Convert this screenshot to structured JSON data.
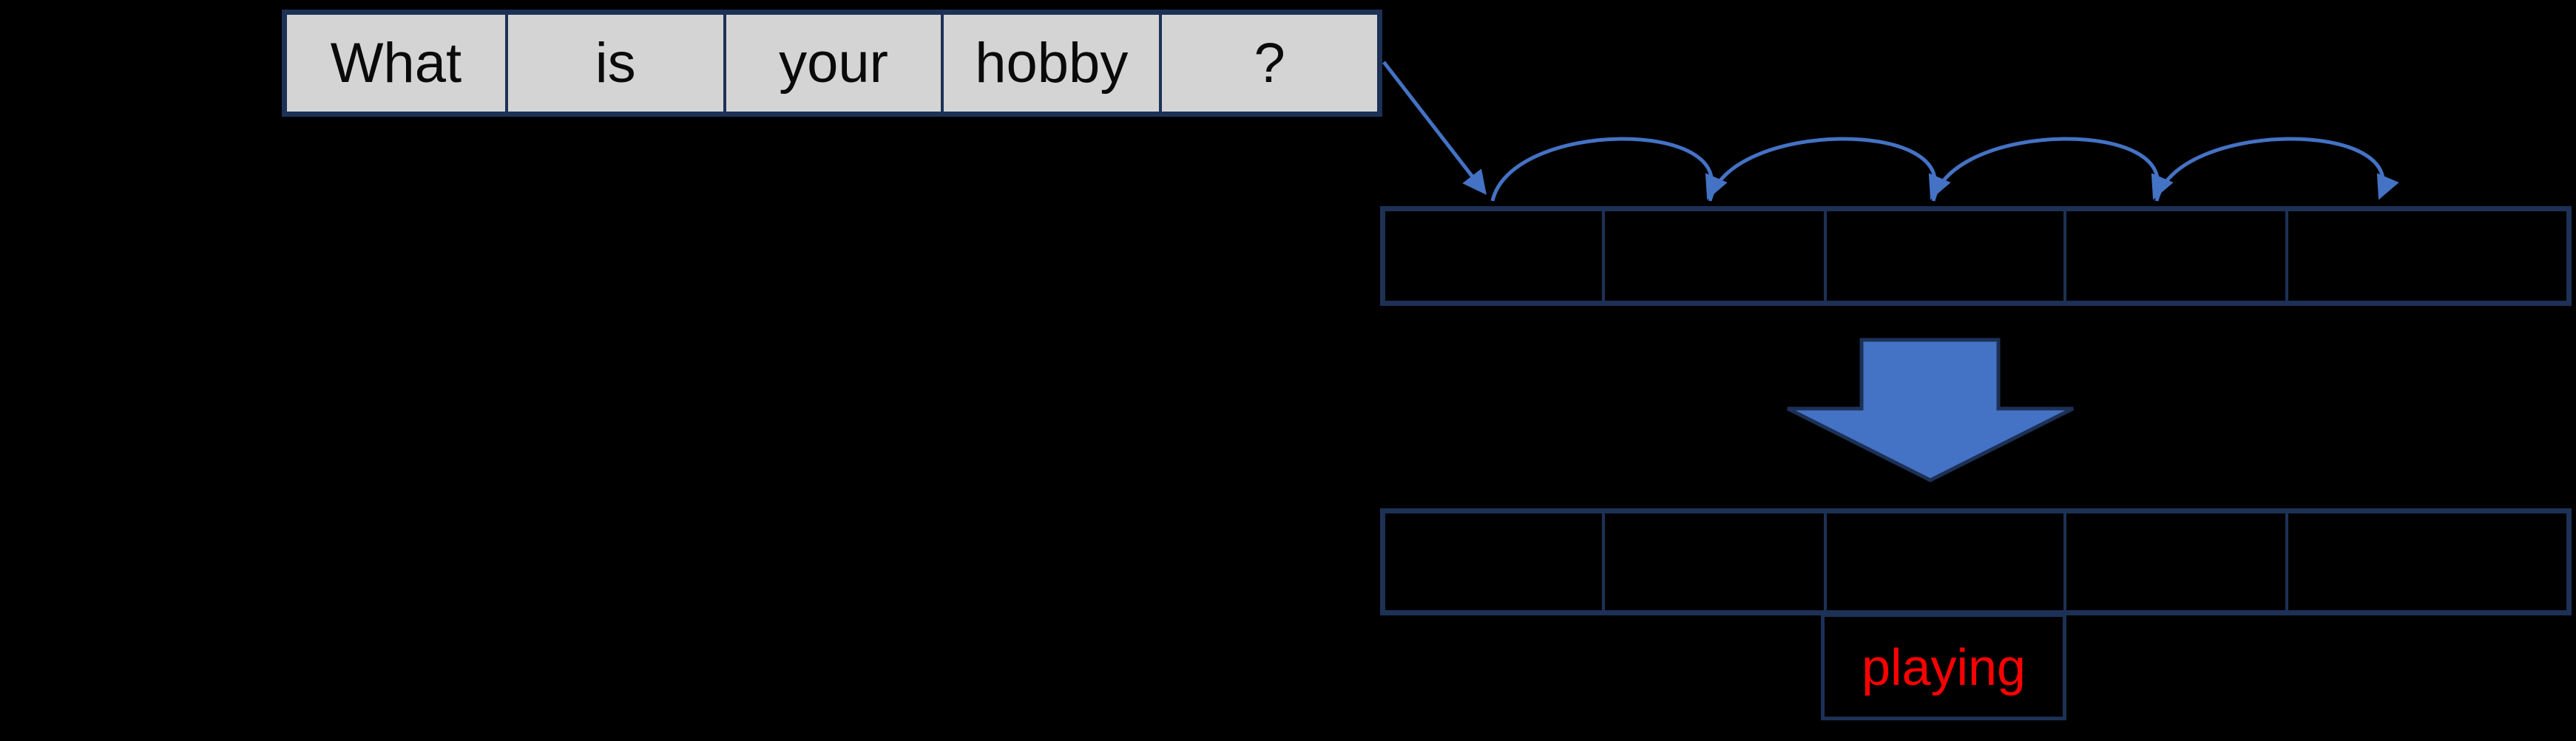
{
  "colors": {
    "background": "#000000",
    "table_border": "#1d3156",
    "question_fill": "#d4d4d4",
    "question_text": "#0a0a0a",
    "accent_blue": "#4472c4",
    "arrow_outline": "#1d3156",
    "answer_text": "#ff0000"
  },
  "question_table": {
    "tokens": [
      "What",
      "is",
      "your",
      "hobby",
      "?"
    ]
  },
  "top_state_row": {
    "cells": [
      "",
      "",
      "",
      "",
      ""
    ]
  },
  "bottom_state_row": {
    "cells": [
      "",
      "",
      "",
      "",
      ""
    ]
  },
  "answer": {
    "label": "playing"
  },
  "arrows": {
    "hop_count": 4
  }
}
